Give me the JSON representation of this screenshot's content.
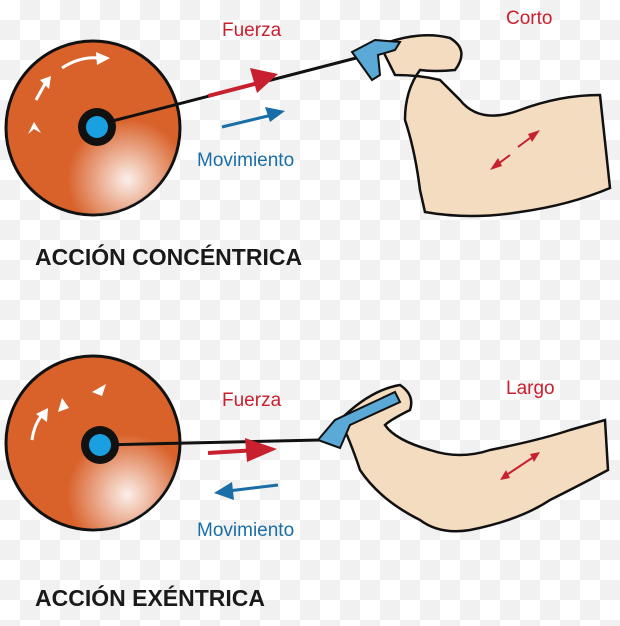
{
  "concentric": {
    "force_label": "Fuerza",
    "movement_label": "Movimiento",
    "muscle_label": "Corto",
    "title": "ACCIÓN CONCÉNTRICA"
  },
  "eccentric": {
    "force_label": "Fuerza",
    "movement_label": "Movimiento",
    "muscle_label": "Largo",
    "title": "ACCIÓN EXÉNTRICA"
  },
  "colors": {
    "wheel": "#d9622b",
    "hub": "#1aa0e0",
    "force": "#c8202e",
    "movement": "#1a6ea8",
    "skin": "#f3dcc0",
    "handle": "#5aa9d6"
  }
}
